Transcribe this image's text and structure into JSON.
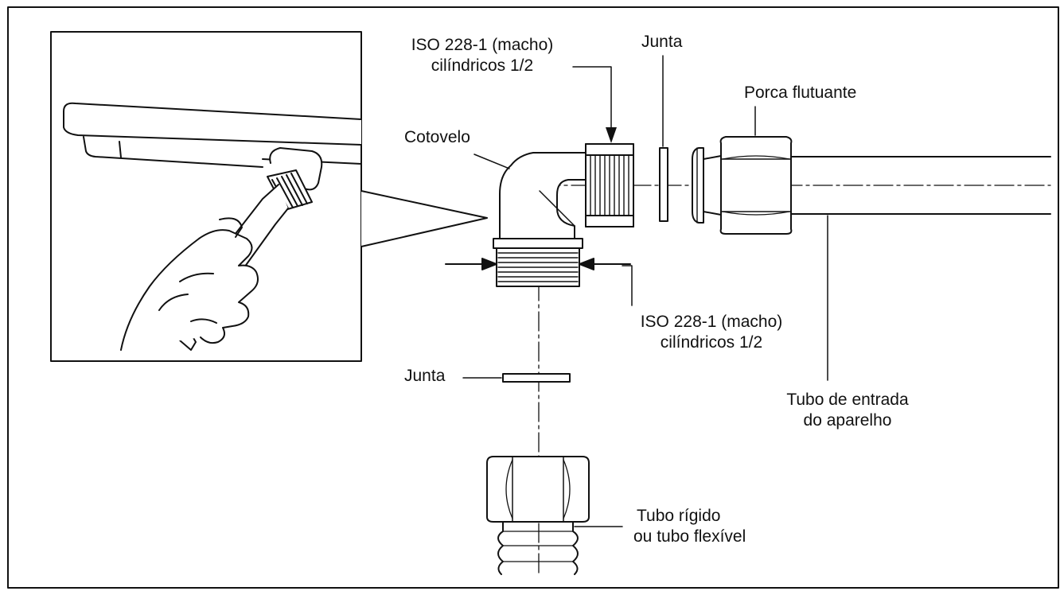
{
  "labels": {
    "iso_top": {
      "line1": "ISO 228-1 (macho)",
      "line2": "cilíndricos 1/2"
    },
    "junta_top": "Junta",
    "porca": "Porca flutuante",
    "cotovelo": "Cotovelo",
    "iso_bottom": {
      "line1": "ISO 228-1 (macho)",
      "line2": "cilíndricos 1/2"
    },
    "junta_bottom": "Junta",
    "tubo_entrada": {
      "line1": "Tubo de entrada",
      "line2": "do aparelho"
    },
    "tubo_rigido": {
      "line1": "Tubo rígido",
      "line2": "ou tubo flexível"
    }
  },
  "colors": {
    "line": "#111111",
    "background": "#ffffff"
  }
}
